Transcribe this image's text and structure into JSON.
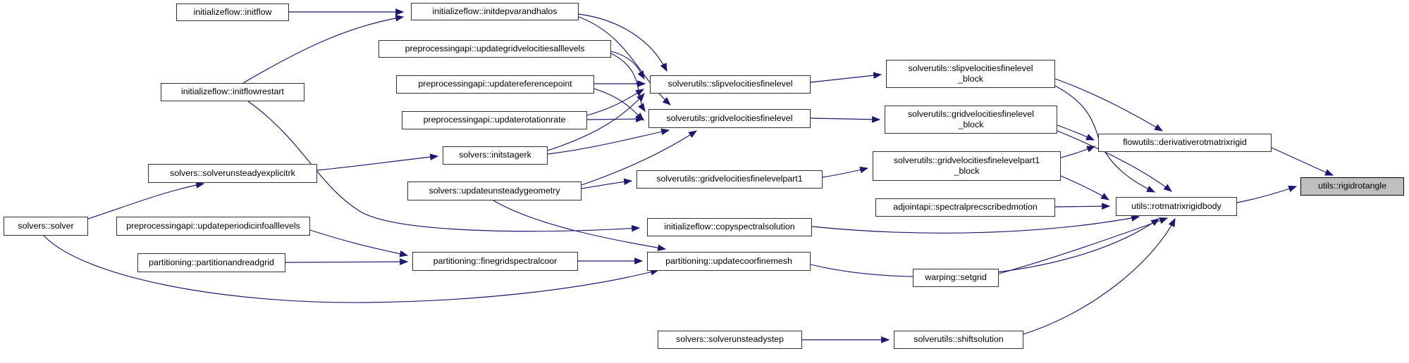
{
  "diagram": {
    "kind": "caller-graph",
    "highlighted_node": "utils::rigidrotangle",
    "colors": {
      "edge": "#191970",
      "node_background": "#ffffff",
      "node_border": "#323232",
      "highlight_background": "#bfbfbf",
      "text": "#000000"
    },
    "nodes": {
      "initflow": {
        "label": "initializeflow::initflow"
      },
      "initdepvarandhalos": {
        "label": "initializeflow::initdepvarandhalos"
      },
      "updategridvelall": {
        "label": "preprocessingapi::updategridvelocitiesalllevels"
      },
      "updatereferencepoint": {
        "label": "preprocessingapi::updatereferencepoint"
      },
      "initflowrestart": {
        "label": "initializeflow::initflowrestart"
      },
      "updaterotationrate": {
        "label": "preprocessingapi::updaterotationrate"
      },
      "slipvelfinelevel": {
        "label": "solverutils::slipvelocitiesfinelevel"
      },
      "gridvelfinelevel": {
        "label": "solverutils::gridvelocitiesfinelevel"
      },
      "initstagerk": {
        "label": "solvers::initstagerk"
      },
      "solverunsteadyexplicitrk": {
        "label": "solvers::solverunsteadyexplicitrk"
      },
      "updateunsteadygeometry": {
        "label": "solvers::updateunsteadygeometry"
      },
      "gridvelfinelevelpart1": {
        "label": "solverutils::gridvelocitiesfinelevelpart1"
      },
      "solver": {
        "label": "solvers::solver"
      },
      "updateperiodicinfo": {
        "label": "preprocessingapi::updateperiodicinfoalllevels"
      },
      "copyspectralsolution": {
        "label": "initializeflow::copyspectralsolution"
      },
      "partitionandreadgrid": {
        "label": "partitioning::partitionandreadgrid"
      },
      "finegridspectralcoor": {
        "label": "partitioning::finegridspectralcoor"
      },
      "updatecoorfinemesh": {
        "label": "partitioning::updatecoorfinemesh"
      },
      "solverunsteadystep": {
        "label": "solvers::solverunsteadystep"
      },
      "shiftsolution": {
        "label": "solverutils::shiftsolution"
      },
      "slipvelfinelevel_block": {
        "label": "solverutils::slipvelocitiesfinelevel\n_block"
      },
      "gridvelfinelevel_block": {
        "label": "solverutils::gridvelocitiesfinelevel\n_block"
      },
      "gridvelpart1_block": {
        "label": "solverutils::gridvelocitiesfinelevelpart1\n_block"
      },
      "spectralprecscribedmotion": {
        "label": "adjointapi::spectralprecscribedmotion"
      },
      "setgrid": {
        "label": "warping::setgrid"
      },
      "derivativerotmatrixrigid": {
        "label": "flowutils::derivativerotmatrixrigid"
      },
      "rotmatrixrigidbody": {
        "label": "utils::rotmatrixrigidbody"
      },
      "rigidrotangle": {
        "label": "utils::rigidrotangle"
      }
    },
    "edges": [
      {
        "from": "initializeflow::initflow",
        "to": "initializeflow::initdepvarandhalos"
      },
      {
        "from": "initializeflow::initflowrestart",
        "to": "initializeflow::initdepvarandhalos"
      },
      {
        "from": "initializeflow::initflowrestart",
        "to": "initializeflow::copyspectralsolution"
      },
      {
        "from": "initializeflow::initdepvarandhalos",
        "to": "solverutils::slipvelocitiesfinelevel"
      },
      {
        "from": "initializeflow::initdepvarandhalos",
        "to": "solverutils::gridvelocitiesfinelevel"
      },
      {
        "from": "preprocessingapi::updategridvelocitiesalllevels",
        "to": "solverutils::slipvelocitiesfinelevel"
      },
      {
        "from": "preprocessingapi::updategridvelocitiesalllevels",
        "to": "solverutils::gridvelocitiesfinelevel"
      },
      {
        "from": "preprocessingapi::updatereferencepoint",
        "to": "solverutils::slipvelocitiesfinelevel"
      },
      {
        "from": "preprocessingapi::updatereferencepoint",
        "to": "solverutils::gridvelocitiesfinelevel"
      },
      {
        "from": "preprocessingapi::updaterotationrate",
        "to": "solverutils::slipvelocitiesfinelevel"
      },
      {
        "from": "preprocessingapi::updaterotationrate",
        "to": "solverutils::gridvelocitiesfinelevel"
      },
      {
        "from": "solvers::initstagerk",
        "to": "solverutils::slipvelocitiesfinelevel"
      },
      {
        "from": "solvers::initstagerk",
        "to": "solverutils::gridvelocitiesfinelevel"
      },
      {
        "from": "solvers::solverunsteadyexplicitrk",
        "to": "solvers::initstagerk"
      },
      {
        "from": "solvers::updateunsteadygeometry",
        "to": "solverutils::gridvelocitiesfinelevel"
      },
      {
        "from": "solvers::updateunsteadygeometry",
        "to": "solverutils::gridvelocitiesfinelevelpart1"
      },
      {
        "from": "solvers::updateunsteadygeometry",
        "to": "partitioning::updatecoorfinemesh"
      },
      {
        "from": "solvers::solver",
        "to": "solvers::solverunsteadyexplicitrk"
      },
      {
        "from": "solvers::solver",
        "to": "partitioning::updatecoorfinemesh"
      },
      {
        "from": "preprocessingapi::updateperiodicinfoalllevels",
        "to": "partitioning::finegridspectralcoor"
      },
      {
        "from": "partitioning::partitionandreadgrid",
        "to": "partitioning::finegridspectralcoor"
      },
      {
        "from": "partitioning::finegridspectralcoor",
        "to": "partitioning::updatecoorfinemesh"
      },
      {
        "from": "solverutils::slipvelocitiesfinelevel",
        "to": "solverutils::slipvelocitiesfinelevel_block"
      },
      {
        "from": "solverutils::gridvelocitiesfinelevel",
        "to": "solverutils::gridvelocitiesfinelevel_block"
      },
      {
        "from": "solverutils::gridvelocitiesfinelevelpart1",
        "to": "solverutils::gridvelocitiesfinelevelpart1_block"
      },
      {
        "from": "solverutils::slipvelocitiesfinelevel_block",
        "to": "flowutils::derivativerotmatrixrigid"
      },
      {
        "from": "solverutils::slipvelocitiesfinelevel_block",
        "to": "utils::rotmatrixrigidbody"
      },
      {
        "from": "solverutils::gridvelocitiesfinelevel_block",
        "to": "flowutils::derivativerotmatrixrigid"
      },
      {
        "from": "solverutils::gridvelocitiesfinelevel_block",
        "to": "utils::rotmatrixrigidbody"
      },
      {
        "from": "solverutils::gridvelocitiesfinelevelpart1_block",
        "to": "flowutils::derivativerotmatrixrigid"
      },
      {
        "from": "solverutils::gridvelocitiesfinelevelpart1_block",
        "to": "utils::rotmatrixrigidbody"
      },
      {
        "from": "adjointapi::spectralprecscribedmotion",
        "to": "utils::rotmatrixrigidbody"
      },
      {
        "from": "initializeflow::copyspectralsolution",
        "to": "utils::rotmatrixrigidbody"
      },
      {
        "from": "partitioning::updatecoorfinemesh",
        "to": "utils::rotmatrixrigidbody"
      },
      {
        "from": "warping::setgrid",
        "to": "utils::rotmatrixrigidbody"
      },
      {
        "from": "solverutils::shiftsolution",
        "to": "utils::rotmatrixrigidbody"
      },
      {
        "from": "solvers::solverunsteadystep",
        "to": "solverutils::shiftsolution"
      },
      {
        "from": "flowutils::derivativerotmatrixrigid",
        "to": "utils::rigidrotangle"
      },
      {
        "from": "utils::rotmatrixrigidbody",
        "to": "utils::rigidrotangle"
      }
    ]
  }
}
